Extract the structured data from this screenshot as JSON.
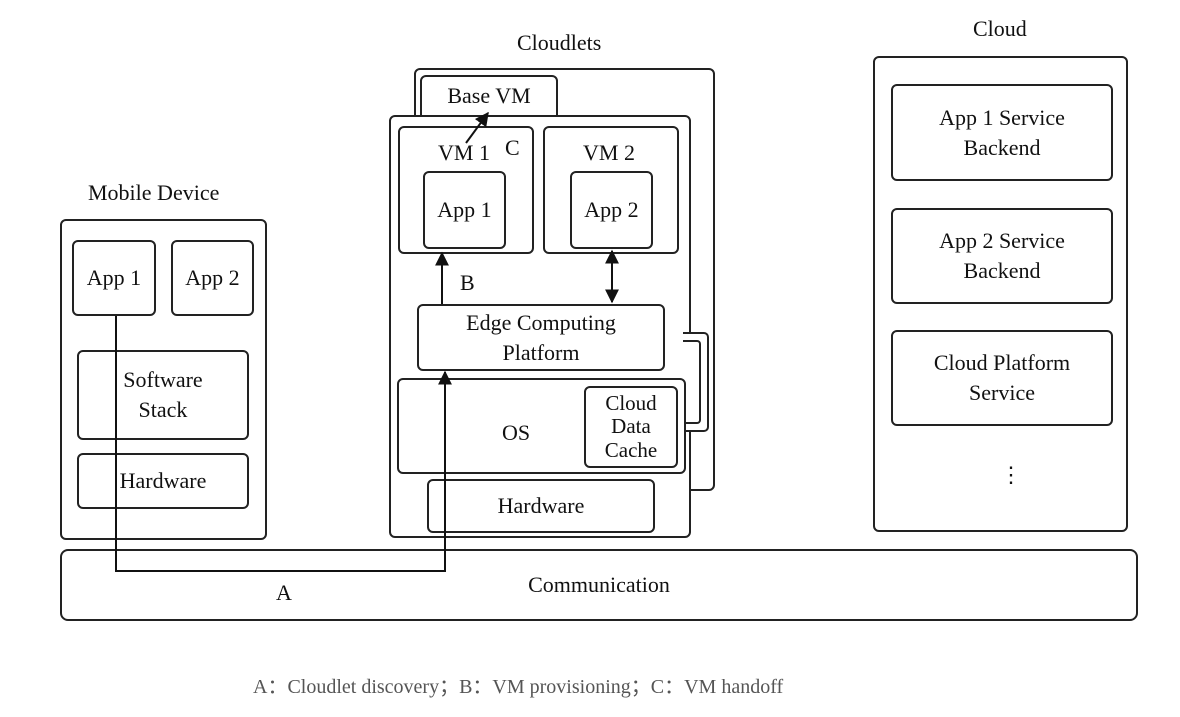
{
  "sections": {
    "mobile": {
      "title": "Mobile Device",
      "app1": "App 1",
      "app2": "App 2",
      "software_stack": "Software Stack",
      "hardware": "Hardware"
    },
    "cloudlets": {
      "title": "Cloudlets",
      "base_vm": "Base VM",
      "vm1": "VM 1",
      "vm1_app": "App 1",
      "vm2": "VM 2",
      "vm2_app": "App 2",
      "edge_platform": "Edge Computing Platform",
      "os": "OS",
      "cloud_data_cache": "Cloud Data Cache",
      "hardware": "Hardware"
    },
    "cloud": {
      "title": "Cloud",
      "services": [
        "App 1 Service Backend",
        "App 2 Service Backend",
        "Cloud Platform Service"
      ],
      "more": "⋮"
    }
  },
  "communication": "Communication",
  "flow_labels": {
    "a": "A",
    "b": "B",
    "c": "C"
  },
  "caption": "A：Cloudlet discovery；B：VM provisioning；C：VM handoff"
}
